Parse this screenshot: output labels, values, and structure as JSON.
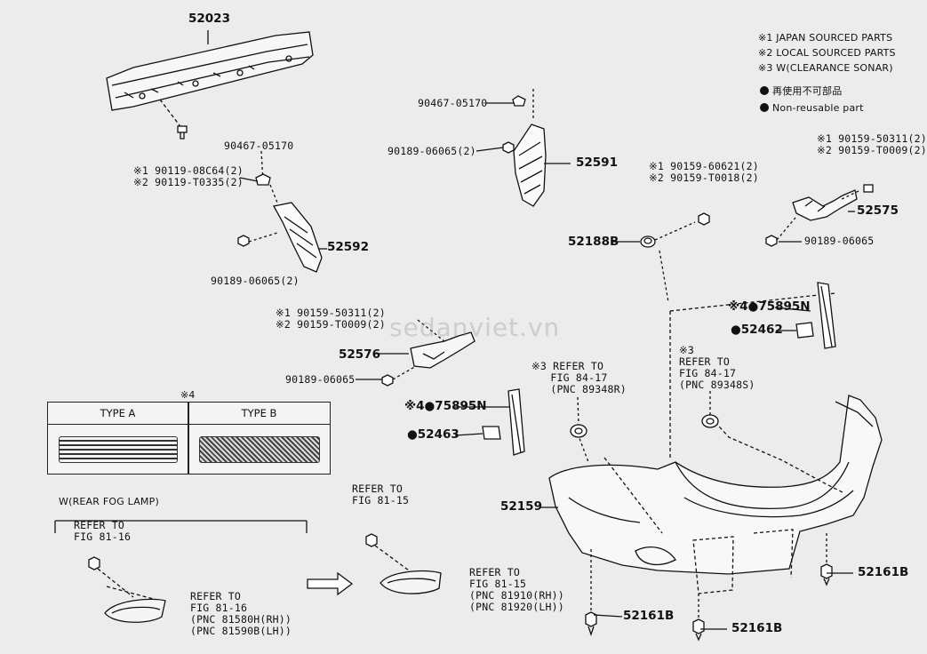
{
  "legend": {
    "note1": "※1 JAPAN SOURCED PARTS",
    "note2": "※2 LOCAL SOURCED PARTS",
    "note3": "※3 W(CLEARANCE SONAR)",
    "reuse_jp": "再使用不可部品",
    "reuse_en": "Non-reusable part"
  },
  "parts": {
    "p52023": "52023",
    "p90119": "※1 90119-08C64(2)\n※2 90119-T0335(2)",
    "p90467_left": "90467-05170",
    "p90189_left": "90189-06065(2)",
    "p52592": "52592",
    "p90467_mid": "90467-05170",
    "p90189_mid": "90189-06065(2)",
    "p52591": "52591",
    "p90159_center": "※1 90159-60621(2)\n※2 90159-T0018(2)",
    "p52188b": "52188B",
    "p90159_right": "※1 90159-50311(2)\n※2 90159-T0009(2)",
    "p52575": "52575",
    "p90189_right": "90189-06065",
    "p90159_left": "※1 90159-50311(2)\n※2 90159-T0009(2)",
    "p52576": "52576",
    "p90189_lower": "90189-06065",
    "p75895n_right": "※4●75895N",
    "p52462": "●52462",
    "refer_sonar_right": "※3\nREFER TO\nFIG 84-17\n(PNC 89348S)",
    "refer_sonar_left": "※3 REFER TO\n   FIG 84-17\n   (PNC 89348R)",
    "p75895n_left": "※4●75895N",
    "p52463": "●52463",
    "p52159": "52159",
    "p52161b_a": "52161B",
    "p52161b_b": "52161B",
    "p52161b_c": "52161B",
    "refer_81_15_top": "REFER TO\nFIG 81-15",
    "refer_81_15_bottom": "REFER TO\nFIG 81-15\n(PNC 81910(RH))\n(PNC 81920(LH))",
    "refer_81_16_top": "REFER TO\nFIG 81-16",
    "refer_81_16_bottom": "REFER TO\nFIG 81-16\n(PNC 81580H(RH))\n(PNC 81590B(LH))",
    "fog_label": "W(REAR FOG LAMP)"
  },
  "type_table": {
    "marker": "※4",
    "type_a": "TYPE A",
    "type_b": "TYPE B"
  },
  "watermark": "sedanviet.vn"
}
